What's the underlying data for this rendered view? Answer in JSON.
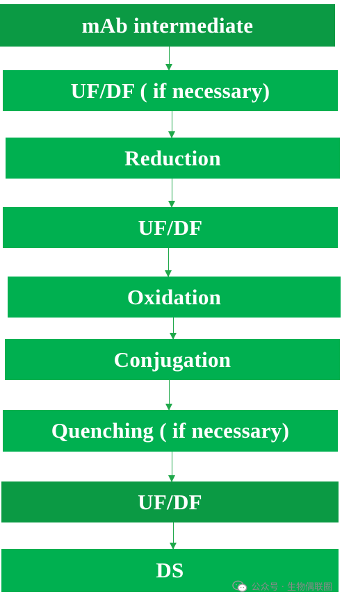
{
  "steps": [
    {
      "label": "mAb intermediate",
      "color": "#0b9a44"
    },
    {
      "label": "UF/DF ( if necessary)",
      "color": "#00b050"
    },
    {
      "label": "Reduction",
      "color": "#00b050"
    },
    {
      "label": "UF/DF",
      "color": "#00b050"
    },
    {
      "label": "Oxidation",
      "color": "#00b050"
    },
    {
      "label": "Conjugation",
      "color": "#00b050"
    },
    {
      "label": "Quenching ( if necessary)",
      "color": "#00b050"
    },
    {
      "label": "UF/DF",
      "color": "#0b9a44"
    },
    {
      "label": "DS",
      "color": "#00b050"
    }
  ],
  "watermark": {
    "text": "公众号 · 生物偶联圈",
    "icon": "wechat-icon"
  }
}
